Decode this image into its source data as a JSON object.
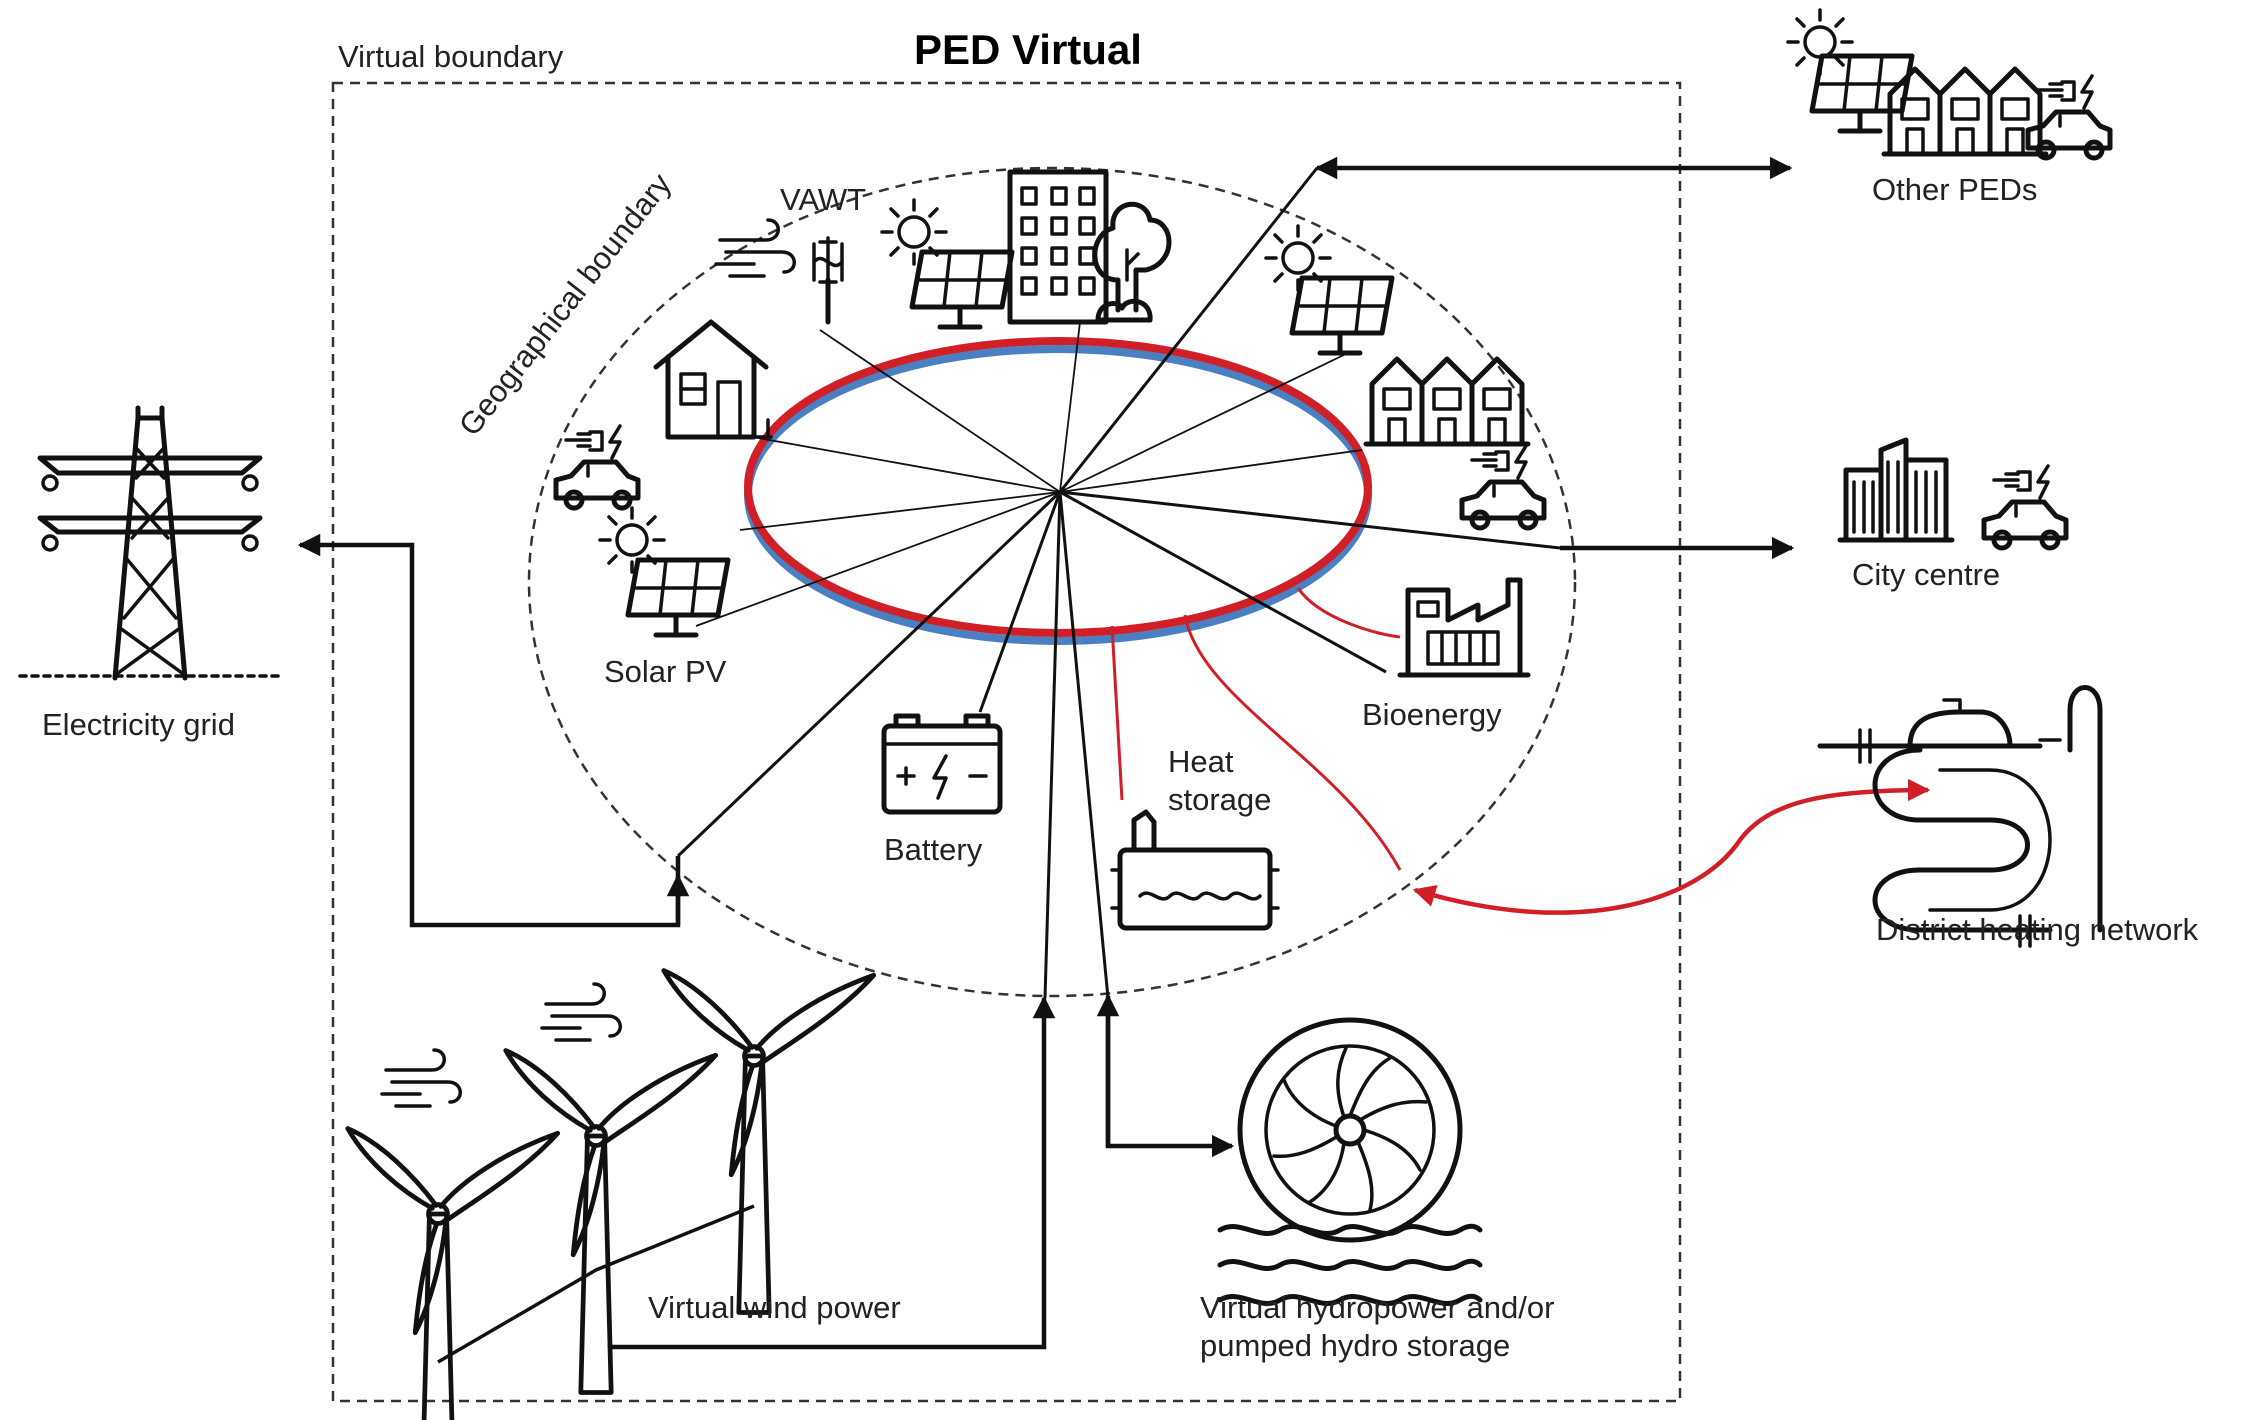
{
  "title": "PED Virtual",
  "labels": {
    "virtual_boundary": "Virtual boundary",
    "geographical_boundary": "Geographical boundary",
    "vawt": "VAWT",
    "solar_pv": "Solar PV",
    "battery": "Battery",
    "heat_storage_line1": "Heat",
    "heat_storage_line2": "storage",
    "bioenergy": "Bioenergy",
    "electricity_grid": "Electricity grid",
    "other_peds": "Other PEDs",
    "city_centre": "City centre",
    "district_heating_network": "District heating network",
    "virtual_wind_power": "Virtual wind power",
    "virtual_hydropower_line1": "Virtual hydropower and/or",
    "virtual_hydropower_line2": "pumped hydro storage"
  },
  "colors": {
    "electric_line": "#111111",
    "heat_line": "#d01f26",
    "blue_ring": "#4a7fc1",
    "boundary_dash": "#333333"
  },
  "icons": [
    "wind-icon",
    "vawt-icon",
    "sun-icon",
    "solar-panel-icon",
    "office-building-icon",
    "tree-icon",
    "house-icon",
    "electric-car-icon",
    "terraced-houses-icon",
    "factory-icon",
    "battery-icon",
    "heat-tank-icon",
    "power-pylon-icon",
    "city-skyline-icon",
    "district-heating-pipe-icon",
    "wind-turbine-icon",
    "water-wheel-icon"
  ]
}
